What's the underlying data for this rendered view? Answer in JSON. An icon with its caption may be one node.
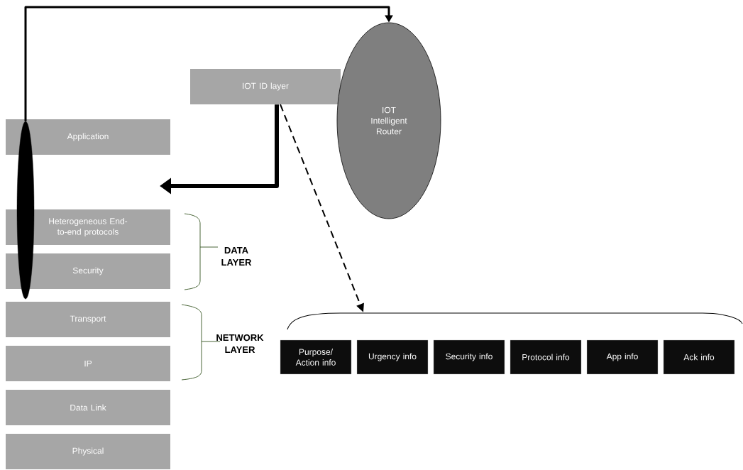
{
  "diagram": {
    "nodes": [
      {
        "text": [
          "Application"
        ]
      },
      {
        "text": [
          "Heterogeneous End-to-end protocols"
        ]
      },
      {
        "text": [
          "Security"
        ]
      },
      {
        "text": [
          "Transport"
        ]
      },
      {
        "text": [
          "IP"
        ]
      },
      {
        "text": [
          "Data Link"
        ]
      },
      {
        "text": [
          "Physical"
        ]
      },
      {
        "text": [
          "IOT ID layer"
        ]
      },
      {
        "text": [
          "IOT Intelligent Router"
        ]
      },
      {
        "text": [],
        "shape": "ellipse"
      },
      {
        "text": [
          "Purpose/ Action info"
        ]
      },
      {
        "text": [
          "Urgency info"
        ]
      },
      {
        "text": [
          "Security info"
        ]
      },
      {
        "text": [
          "Protocol info"
        ]
      },
      {
        "text": [
          "App info"
        ]
      },
      {
        "text": [
          "Ack info"
        ]
      },
      {
        "text": [],
        "shape": "bracket"
      }
    ],
    "edges": [
      {
        "from": 9,
        "to": 8,
        "arrow": "to"
      },
      {
        "from": 7,
        "to": null,
        "arrow": "to",
        "style": "thick"
      },
      {
        "from": 7,
        "to": 16,
        "arrow": "to",
        "style": "dashed"
      }
    ],
    "labels": [
      "DATA LAYER",
      "NETWORK LAYER"
    ]
  }
}
